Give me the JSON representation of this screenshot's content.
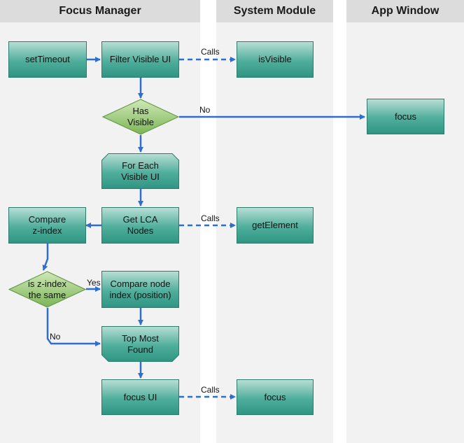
{
  "lanes": [
    {
      "title": "Focus Manager"
    },
    {
      "title": "System Module"
    },
    {
      "title": "App Window"
    }
  ],
  "nodes": {
    "set_timeout": "setTimeout",
    "filter_visible": "Filter Visible UI",
    "is_visible": "isVisible",
    "has_visible": "Has Visible",
    "focus_app": "focus",
    "for_each": "For Each Visible UI",
    "compare_z": "Compare z-index",
    "get_lca": "Get LCA Nodes",
    "get_element": "getElement",
    "is_z_same": "is z-index the same",
    "compare_node": "Compare node index (position)",
    "top_most": "Top Most Found",
    "focus_ui": "focus UI",
    "focus_sys": "focus"
  },
  "edge_labels": {
    "calls_1": "Calls",
    "no_1": "No",
    "calls_2": "Calls",
    "yes": "Yes",
    "no_2": "No",
    "calls_3": "Calls"
  },
  "colors": {
    "arrow": "#2e6fce",
    "process_fill": "#4fae9c",
    "decision_fill": "#8cc36a"
  }
}
